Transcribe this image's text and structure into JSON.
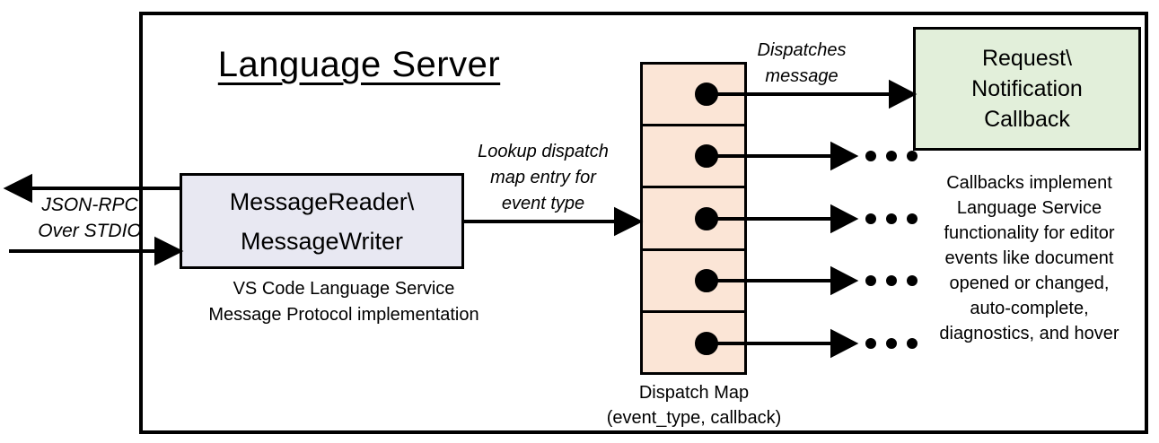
{
  "title": "Language Server",
  "colors": {
    "reader_fill": "#E8E8F2",
    "map_fill": "#FBE5D6",
    "callback_fill": "#E2EFDA",
    "line": "#000000",
    "background": "#FFFFFF"
  },
  "io": {
    "line1": "JSON-RPC",
    "line2": "Over STDIO"
  },
  "reader": {
    "name_line1": "MessageReader\\",
    "name_line2": "MessageWriter",
    "caption_line1": "VS Code Language Service",
    "caption_line2": "Message Protocol implementation"
  },
  "lookup": {
    "line1": "Lookup dispatch",
    "line2": "map entry for",
    "line3": "event type"
  },
  "map": {
    "label_line1": "Dispatch Map",
    "label_line2": "(event_type, callback)",
    "slot_count": 5
  },
  "dispatch": {
    "line1": "Dispatches",
    "line2": "message"
  },
  "callback": {
    "line1": "Request\\",
    "line2": "Notification",
    "line3": "Callback"
  },
  "note": {
    "lines": [
      "Callbacks implement",
      "Language Service",
      "functionality for editor",
      "events like document",
      "opened or changed,",
      "auto-complete,",
      "diagnostics, and hover"
    ]
  },
  "icons": {
    "more_callbacks": "ellipsis-dots",
    "dispatch_slot_marker": "filled-dot",
    "connector": "arrowhead"
  }
}
